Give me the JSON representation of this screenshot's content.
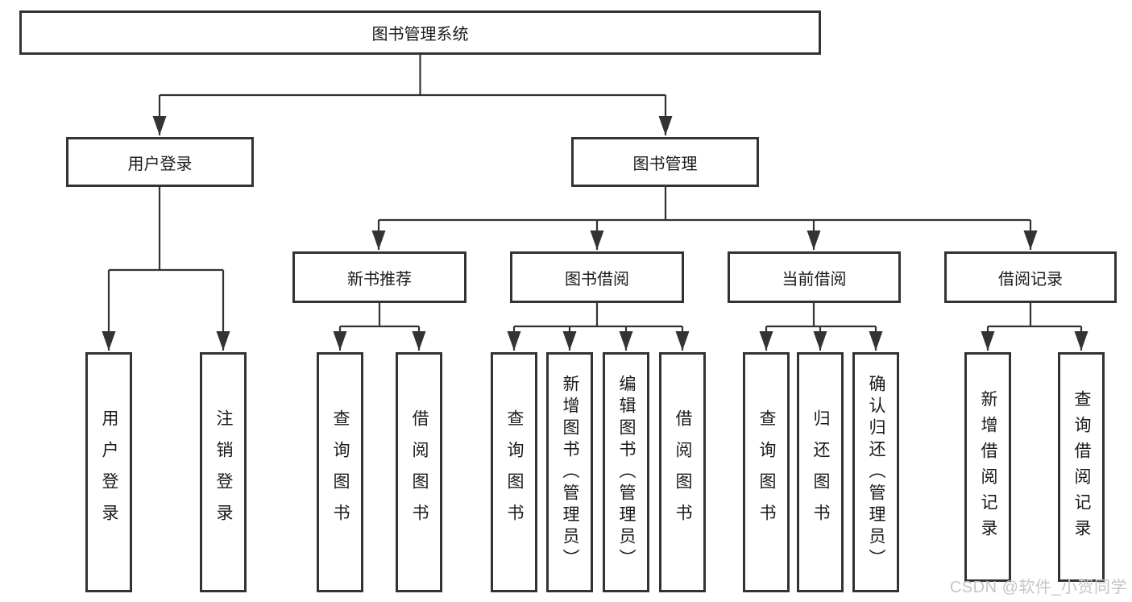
{
  "diagram": {
    "title_node": {
      "label": "图书管理系统"
    },
    "level2": [
      {
        "id": "user-login",
        "label": "用户登录"
      },
      {
        "id": "book-management",
        "label": "图书管理"
      }
    ],
    "level3": [
      {
        "id": "new-book-recommend",
        "label": "新书推荐",
        "parent": "图书管理"
      },
      {
        "id": "book-borrow",
        "label": "图书借阅",
        "parent": "图书管理"
      },
      {
        "id": "current-borrow",
        "label": "当前借阅",
        "parent": "图书管理"
      },
      {
        "id": "borrow-record",
        "label": "借阅记录",
        "parent": "图书管理"
      }
    ],
    "leaves": [
      {
        "parent": "用户登录",
        "label": "用户登录"
      },
      {
        "parent": "用户登录",
        "label": "注销登录"
      },
      {
        "parent": "新书推荐",
        "label": "查询图书"
      },
      {
        "parent": "新书推荐",
        "label": "借阅图书"
      },
      {
        "parent": "图书借阅",
        "label": "查询图书"
      },
      {
        "parent": "图书借阅",
        "label": "新增图书（管理员）"
      },
      {
        "parent": "图书借阅",
        "label": "编辑图书（管理员）"
      },
      {
        "parent": "图书借阅",
        "label": "借阅图书"
      },
      {
        "parent": "当前借阅",
        "label": "查询图书"
      },
      {
        "parent": "当前借阅",
        "label": "归还图书"
      },
      {
        "parent": "当前借阅",
        "label": "确认归还（管理员）"
      },
      {
        "parent": "借阅记录",
        "label": "新增借阅记录"
      },
      {
        "parent": "借阅记录",
        "label": "查询借阅记录"
      }
    ],
    "watermark": "CSDN @软件_小贺同学",
    "colors": {
      "line": "#333333",
      "box_border": "#333333",
      "text": "#1a1a1a",
      "watermark": "#c6c6c6",
      "background": "#ffffff"
    }
  }
}
